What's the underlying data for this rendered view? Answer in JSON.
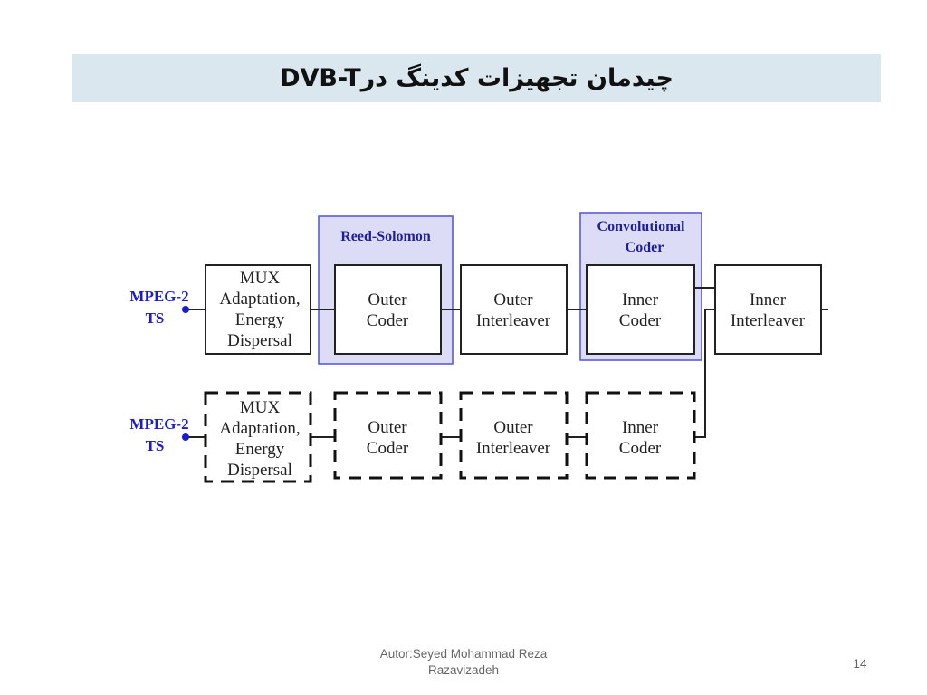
{
  "slide": {
    "title": "چیدمان تجهیزات کدینگ درDVB-T",
    "page_number": "14"
  },
  "footer": {
    "author_line1": "Autor:Seyed Mohammad Reza",
    "author_line2": "Razavizadeh"
  },
  "diagram": {
    "highlight_labels": {
      "reed_solomon": "Reed-Solomon",
      "convolutional_line1": "Convolutional",
      "convolutional_line2": "Coder"
    },
    "inputs": {
      "line1": "MPEG-2",
      "line2": "TS"
    },
    "blocks": {
      "mux": [
        "MUX",
        "Adaptation,",
        "Energy",
        "Dispersal"
      ],
      "outer_coder": [
        "Outer",
        "Coder"
      ],
      "outer_interleaver": [
        "Outer",
        "Interleaver"
      ],
      "inner_coder": [
        "Inner",
        "Coder"
      ],
      "inner_interleaver": [
        "Inner",
        "Interleaver"
      ]
    }
  }
}
